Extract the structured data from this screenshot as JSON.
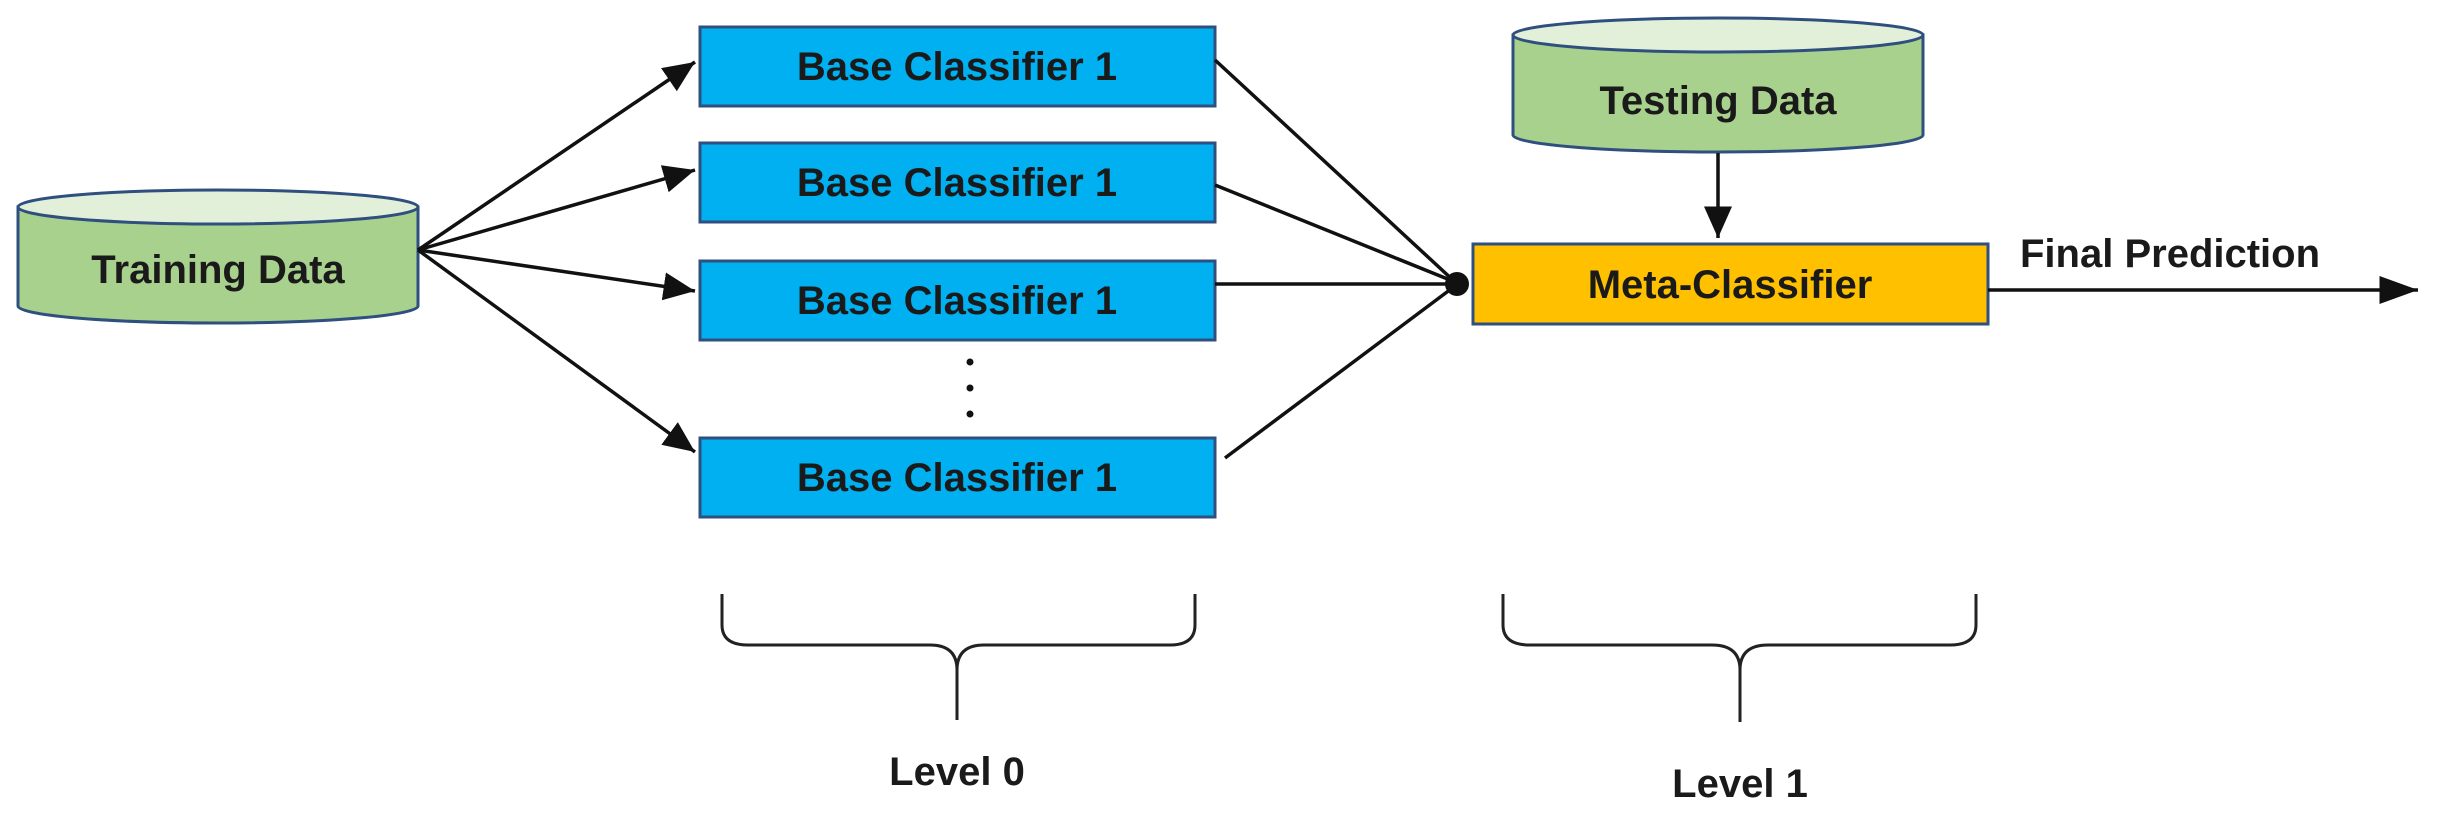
{
  "diagram": {
    "colors": {
      "base_fill": "#00B0F0",
      "meta_fill": "#FFC000",
      "db_fill": "#A9D18E",
      "db_top": "#E2F0D9",
      "border": "#2F4F7F",
      "line": "#111111"
    },
    "training_data": "Training Data",
    "testing_data": "Testing Data",
    "base_classifiers": [
      "Base Classifier  1",
      "Base Classifier  1",
      "Base Classifier  1",
      "Base Classifier  1"
    ],
    "meta_classifier": "Meta-Classifier",
    "final_prediction": "Final Prediction",
    "level0": "Level 0",
    "level1": "Level 1"
  }
}
